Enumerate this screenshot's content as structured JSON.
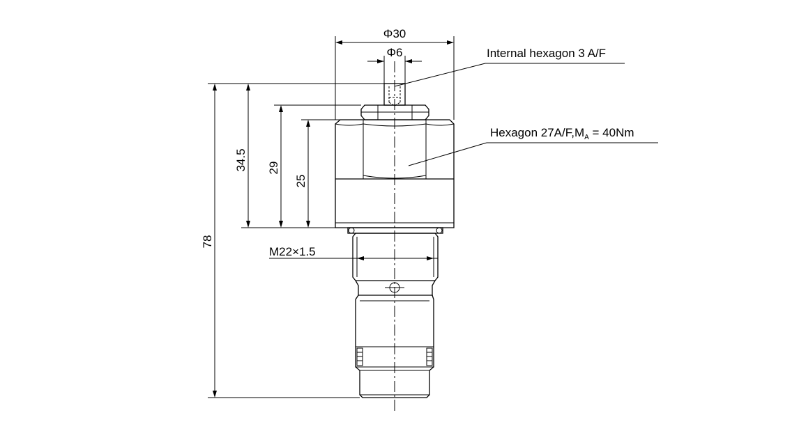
{
  "dimensions": {
    "overall_diameter": "Φ30",
    "tip_diameter": "Φ6",
    "total_height": "78",
    "height_to_tip": "34.5",
    "height_to_nut": "29",
    "height_to_hex": "25",
    "thread": "M22×1.5"
  },
  "notes": {
    "internal_hex": "Internal hexagon 3 A/F",
    "hex_main": "Hexagon 27A/F,M",
    "hex_sub": "A",
    "hex_tail": " = 40Nm"
  }
}
